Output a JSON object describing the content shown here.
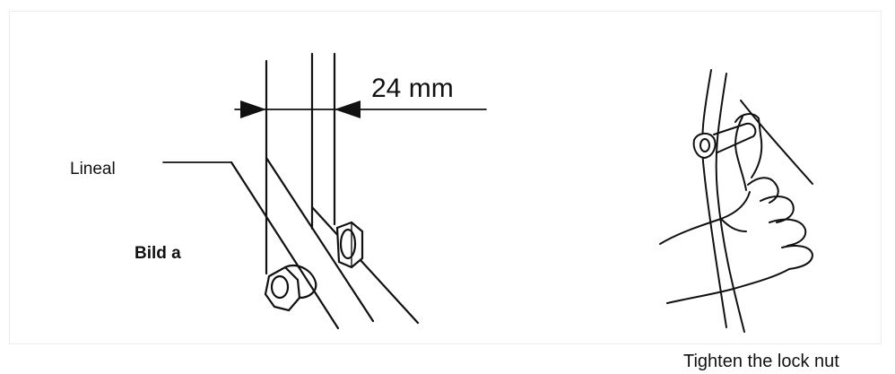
{
  "figure": {
    "dimension_label": "24 mm",
    "ruler_label": "Lineal",
    "figure_label": "Bild a"
  },
  "caption": "Tighten the lock nut"
}
